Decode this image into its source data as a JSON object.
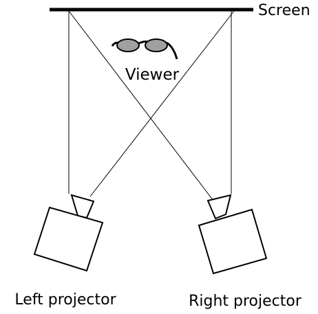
{
  "labels": {
    "screen": "Screen",
    "viewer": "Viewer",
    "left_projector": "Left projector",
    "right_projector": "Right projector"
  },
  "colors": {
    "line": "#000000",
    "lens": "#a0a0a0",
    "background": "#ffffff"
  },
  "icons": {
    "viewer": "3d-glasses-icon"
  }
}
